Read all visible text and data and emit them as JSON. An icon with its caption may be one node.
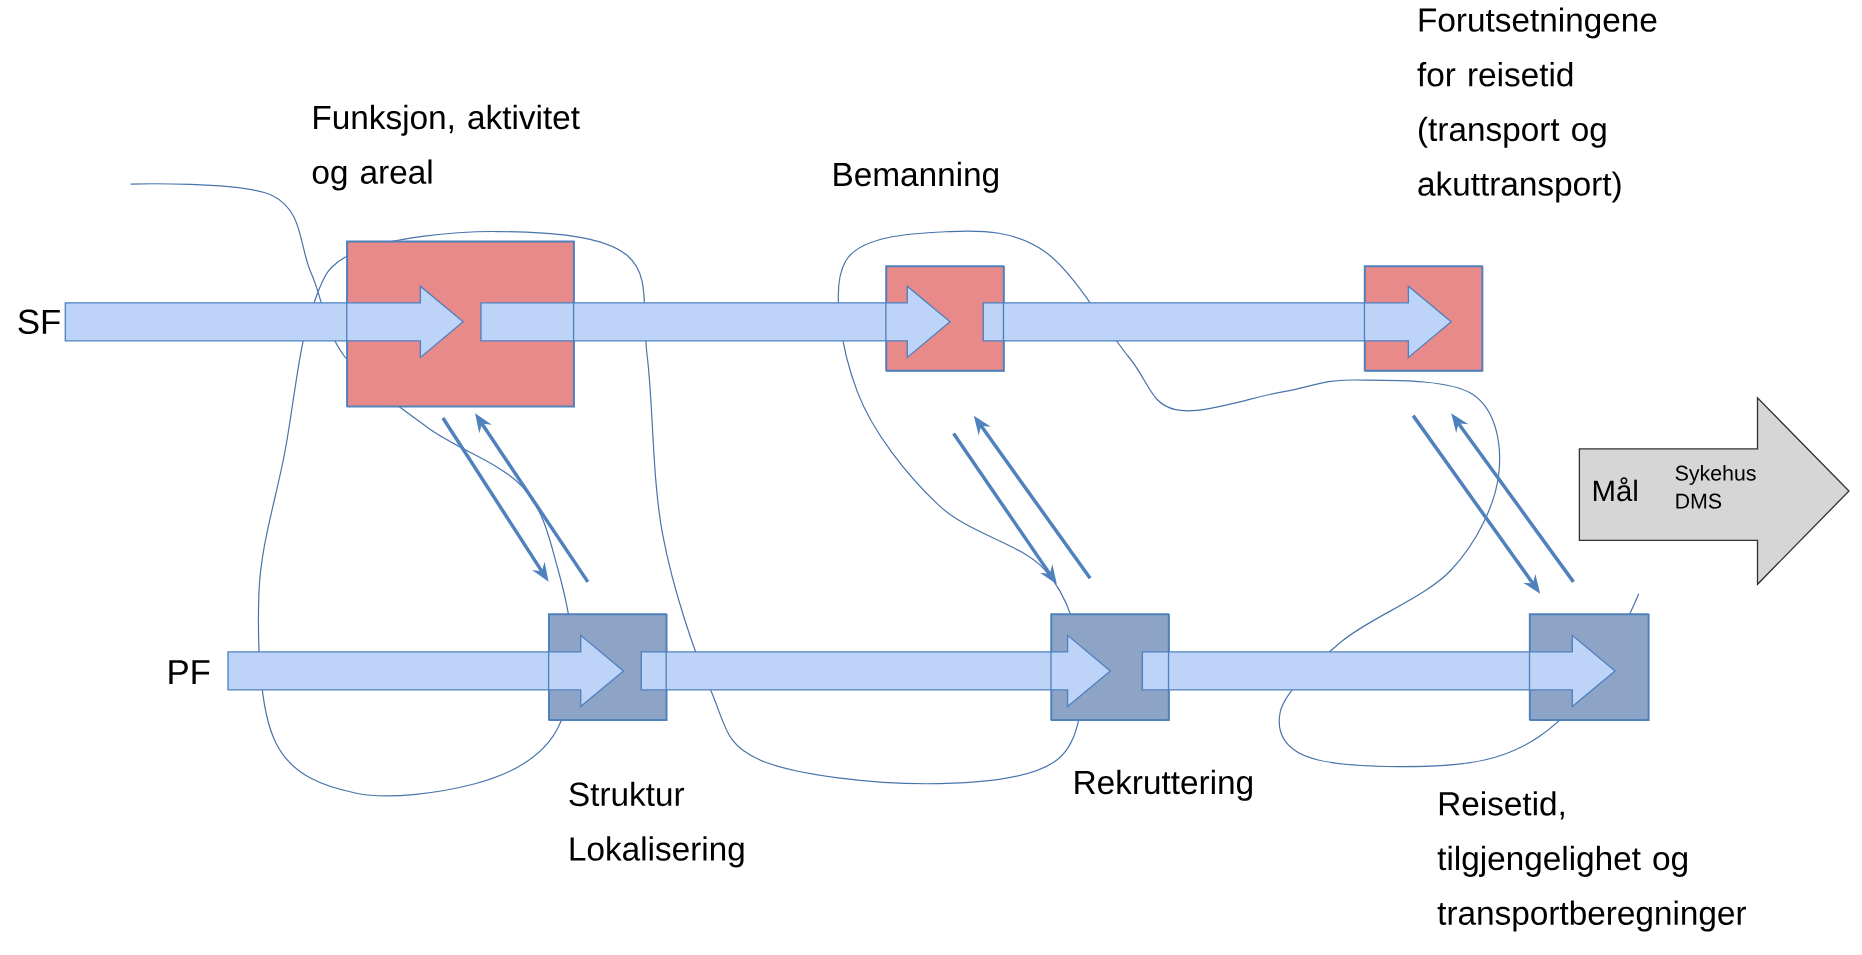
{
  "diagram": {
    "nodes": [
      {
        "text": [
          "Funksjon, aktivitet og areal"
        ]
      },
      {
        "text": [
          "Bemanning"
        ]
      },
      {
        "text": [
          "Forutsetningene for reisetid (transport og akuttransport)"
        ]
      },
      {
        "text": [
          "Struktur Lokalisering"
        ]
      },
      {
        "text": [
          "Rekruttering"
        ]
      },
      {
        "text": [
          "Reisetid, tilgjengelighet og transportberegninger"
        ]
      },
      {
        "text": [
          "Mål",
          "Sykehus DMS"
        ]
      }
    ],
    "edges": [
      {
        "from": 0,
        "to": 3,
        "arrow": "to"
      },
      {
        "from": 3,
        "to": 0,
        "arrow": "to"
      },
      {
        "from": 1,
        "to": 4,
        "arrow": "to"
      },
      {
        "from": 4,
        "to": 1,
        "arrow": "to"
      },
      {
        "from": 2,
        "to": 5,
        "arrow": "to"
      },
      {
        "from": 5,
        "to": 2,
        "arrow": "to"
      }
    ],
    "labels": [
      "SF",
      "PF"
    ]
  }
}
